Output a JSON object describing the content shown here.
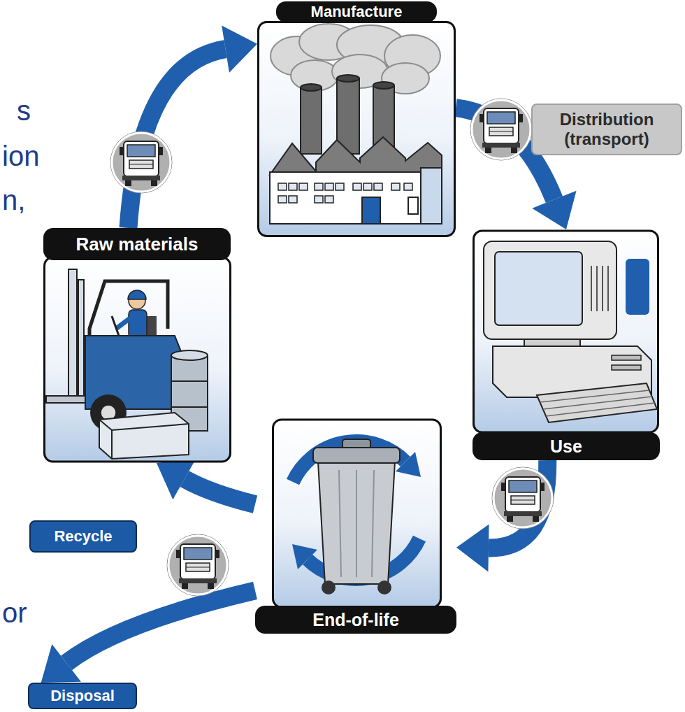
{
  "diagram": {
    "nodes": [
      {
        "text": [
          "Manufacture"
        ]
      },
      {
        "text": [
          "Distribution (transport)"
        ]
      },
      {
        "text": [
          "Raw materials"
        ]
      },
      {
        "text": [
          "Use"
        ]
      },
      {
        "text": [
          "End-of-life"
        ]
      },
      {
        "text": [
          "Recycle"
        ]
      },
      {
        "text": [
          "Disposal"
        ]
      }
    ],
    "edges": [
      {
        "from": 2,
        "to": 0,
        "arrow": "to"
      },
      {
        "from": 0,
        "to": 3,
        "arrow": "to"
      },
      {
        "from": 3,
        "to": 4,
        "arrow": "to"
      },
      {
        "from": 4,
        "to": 2,
        "arrow": "to"
      },
      {
        "from": 4,
        "to": 6,
        "arrow": "to"
      }
    ],
    "labels": [
      "s",
      "ion",
      "n,",
      "or"
    ]
  }
}
